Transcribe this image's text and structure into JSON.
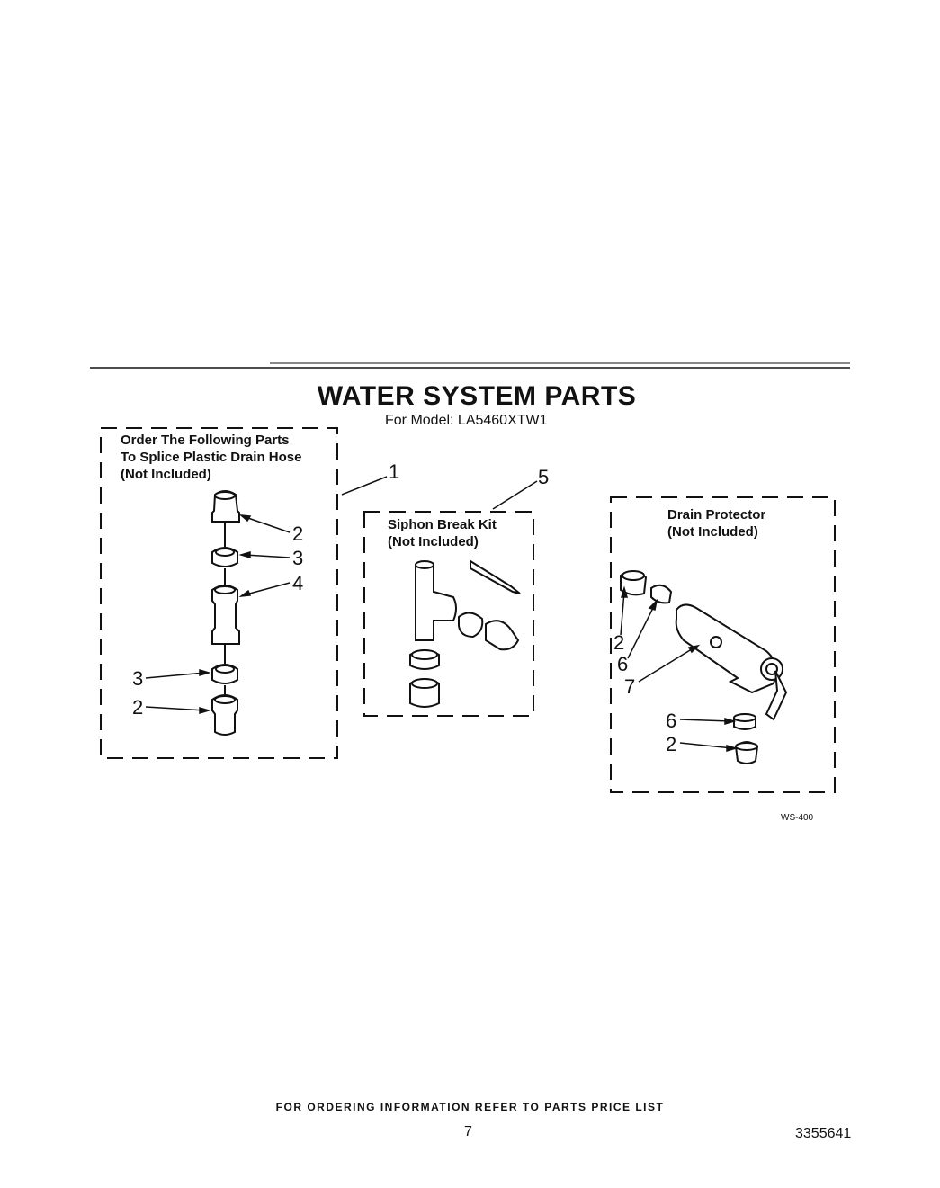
{
  "title": "WATER SYSTEM PARTS",
  "model_line": "For Model: LA5460XTW1",
  "panels": {
    "splice": {
      "line1": "Order The Following Parts",
      "line2": "To Splice Plastic Drain Hose",
      "line3": "(Not Included)"
    },
    "siphon": {
      "line1": "Siphon Break Kit",
      "line2": "(Not Included)"
    },
    "drain": {
      "line1": "Drain Protector",
      "line2": "(Not Included)"
    }
  },
  "callouts": {
    "c1": "1",
    "c5": "5",
    "s2a": "2",
    "s3a": "3",
    "s4": "4",
    "s3b": "3",
    "s2b": "2",
    "d2a": "2",
    "d6a": "6",
    "d7": "7",
    "d6b": "6",
    "d2b": "2"
  },
  "figure_code": "WS-400",
  "footer": "FOR ORDERING INFORMATION REFER TO PARTS PRICE LIST",
  "page_number": "7",
  "document_number": "3355641"
}
